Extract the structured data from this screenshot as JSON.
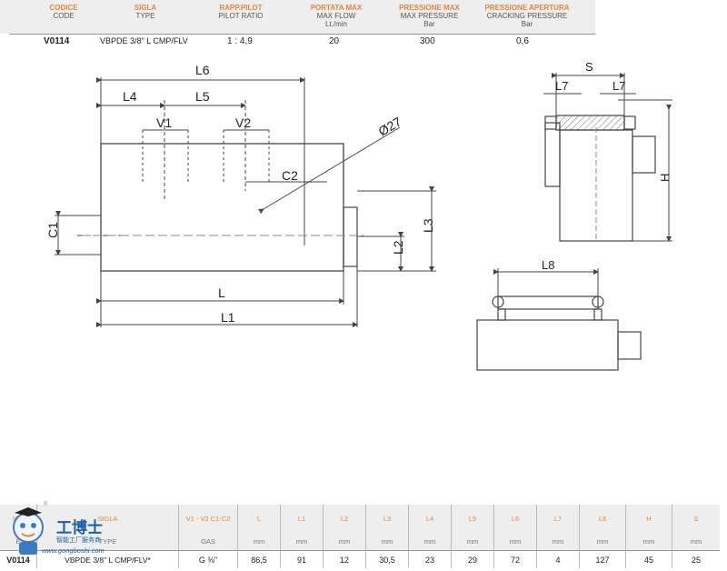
{
  "top_table": {
    "headers": [
      {
        "it": "CODICE",
        "en": "CODE"
      },
      {
        "it": "SIGLA",
        "en": "TYPE"
      },
      {
        "it": "RAPP.PILOT",
        "en": "PILOT RATIO"
      },
      {
        "it": "PORTATA MAX",
        "en": "MAX FLOW",
        "unit": "Lt./min"
      },
      {
        "it": "PRESSIONE MAX",
        "en": "MAX PRESSURE",
        "unit": "Bar"
      },
      {
        "it": "PRESSIONE APERTURA",
        "en": "CRACKING PRESSURE",
        "unit": "Bar"
      }
    ],
    "row": [
      "V0114",
      "VBPDE 3/8\" L CMP/FLV",
      "1 : 4,9",
      "20",
      "300",
      "0,6"
    ]
  },
  "drawing_labels": {
    "L6": "L6",
    "L4": "L4",
    "L5": "L5",
    "V1": "V1",
    "V2": "V2",
    "dia": "Ø27",
    "C2": "C2",
    "C1": "C1",
    "L3": "L3",
    "L2": "L2",
    "L": "L",
    "L1": "L1",
    "S": "S",
    "L7a": "L7",
    "L7b": "L7",
    "H": "H",
    "L8": "L8"
  },
  "bottom_table": {
    "code_header": "ICE",
    "code_sub": "E",
    "type_header": "SIGLA",
    "type_sub": "TYPE",
    "columns": [
      "V1 - V2 C1-C2",
      "L",
      "L1",
      "L2",
      "L3",
      "L4",
      "L5",
      "L6",
      "L7",
      "L8",
      "H",
      "S"
    ],
    "units": [
      "GAS",
      "mm",
      "mm",
      "mm",
      "mm",
      "mm",
      "mm",
      "mm",
      "mm",
      "mm",
      "mm",
      "mm"
    ],
    "code": "V0114",
    "type": "VBPDE 3/8\" L CMP/FLV*",
    "values": [
      "G ⅜\"",
      "86,5",
      "91",
      "12",
      "30,5",
      "23",
      "29",
      "72",
      "4",
      "127",
      "45",
      "25"
    ]
  },
  "logo": {
    "name": "工博士",
    "subtitle": "智能工厂服务商",
    "url": "www.gongboshi.com",
    "registered": "®"
  }
}
